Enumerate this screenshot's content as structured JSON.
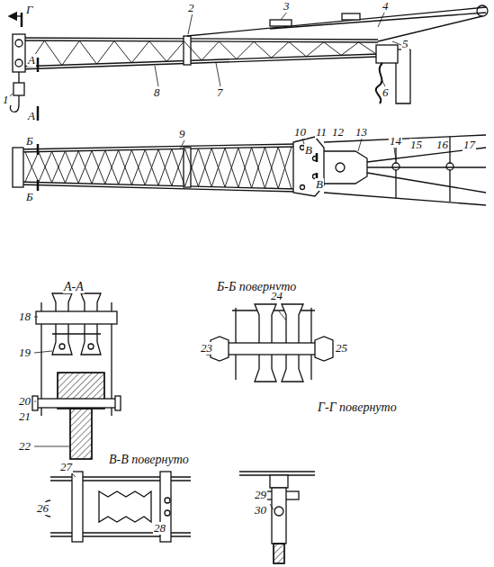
{
  "diagram": {
    "labels": [
      "Г",
      "А",
      "1",
      "А",
      "2",
      "3",
      "4",
      "5",
      "6",
      "7",
      "8",
      "Б",
      "Б",
      "9",
      "10",
      "11",
      "В",
      "12",
      "13",
      "14",
      "15",
      "16",
      "17",
      "В",
      "А-А",
      "Б-Б повернуто",
      "18",
      "19",
      "20",
      "21",
      "22",
      "24",
      "23",
      "25",
      "Г-Г повернуто",
      "В-В повернуто",
      "27",
      "29",
      "30",
      "26",
      "28"
    ]
  }
}
